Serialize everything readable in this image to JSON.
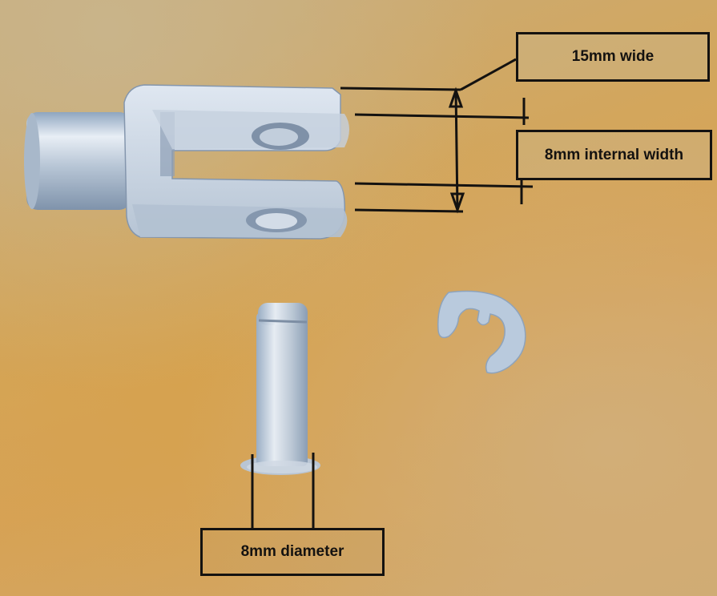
{
  "image": {
    "description": "Annotated photo of clevis fork, clevis pin and E-clip on orange-tan surface",
    "background_color": "#d3a65c",
    "metal_color": "#c9d3e0",
    "annotation_color": "#141210"
  },
  "objects": [
    {
      "name": "clevis-fork",
      "kind": "metal part"
    },
    {
      "name": "clevis-pin",
      "kind": "metal part"
    },
    {
      "name": "e-clip",
      "kind": "metal part"
    }
  ],
  "annotations": {
    "wide": {
      "label": "15mm wide"
    },
    "internal_width": {
      "label": "8mm internal width"
    },
    "diameter": {
      "label": "8mm diameter"
    }
  }
}
